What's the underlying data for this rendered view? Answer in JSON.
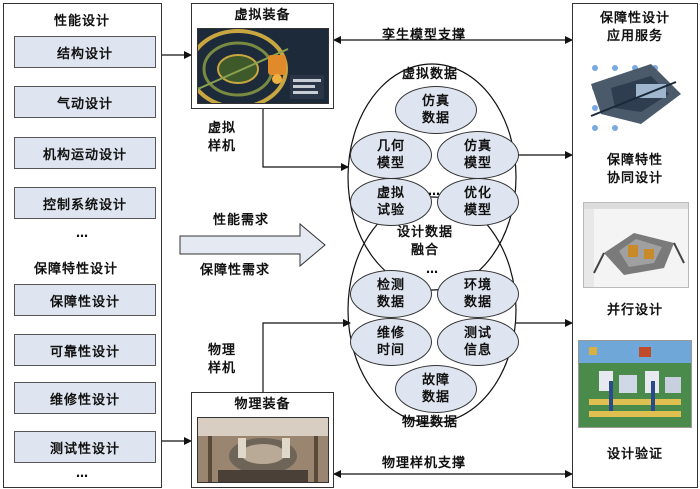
{
  "left_panel": {
    "performance_title": "性能设计",
    "performance_items": [
      "结构设计",
      "气动设计",
      "机构运动设计",
      "控制系统设计"
    ],
    "performance_more": "…",
    "support_title": "保障特性设计",
    "support_items": [
      "保障性设计",
      "可靠性设计",
      "维修性设计",
      "测试性设计"
    ],
    "support_more": "…"
  },
  "virtual_equipment": {
    "title": "虚拟装备"
  },
  "physical_equipment": {
    "title": "物理装备"
  },
  "labels": {
    "twin_support": "孪生模型支撑",
    "physical_support": "物理样机支撑",
    "virtual_prototype": "虚拟\n样机",
    "physical_prototype": "物理\n样机",
    "performance_demand": "性能需求",
    "support_demand": "保障性需求"
  },
  "center": {
    "virtual_data": "虚拟数据",
    "physical_data": "物理数据",
    "fusion": "设计数据\n融合",
    "virtual_items": [
      "仿真\n数据",
      "几何\n模型",
      "仿真\n模型",
      "虚拟\n试验",
      "优化\n模型"
    ],
    "virtual_dots": "…",
    "physical_items": [
      "检测\n数据",
      "环境\n数据",
      "维修\n时间",
      "测试\n信息",
      "故障\n数据"
    ],
    "physical_dots": "…"
  },
  "right_panel": {
    "title": "保障性设计\n应用服务",
    "services": [
      "保障特性\n协同设计",
      "并行设计",
      "设计验证"
    ]
  },
  "colors": {
    "item_fill": "#dfe5f0",
    "arrow_fill": "#e4e9f2",
    "border": "#333333"
  }
}
